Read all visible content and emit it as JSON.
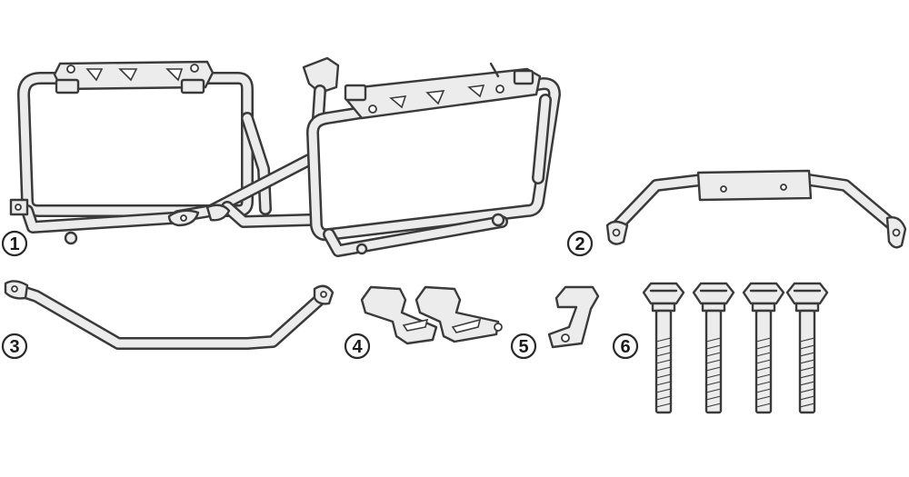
{
  "colors": {
    "part_fill": "#ececec",
    "stroke": "#3a3a3a",
    "background": "#ffffff"
  },
  "labels": {
    "part1": "1",
    "part2": "2",
    "part3": "3",
    "part4": "4",
    "part5": "5",
    "part6": "6"
  }
}
